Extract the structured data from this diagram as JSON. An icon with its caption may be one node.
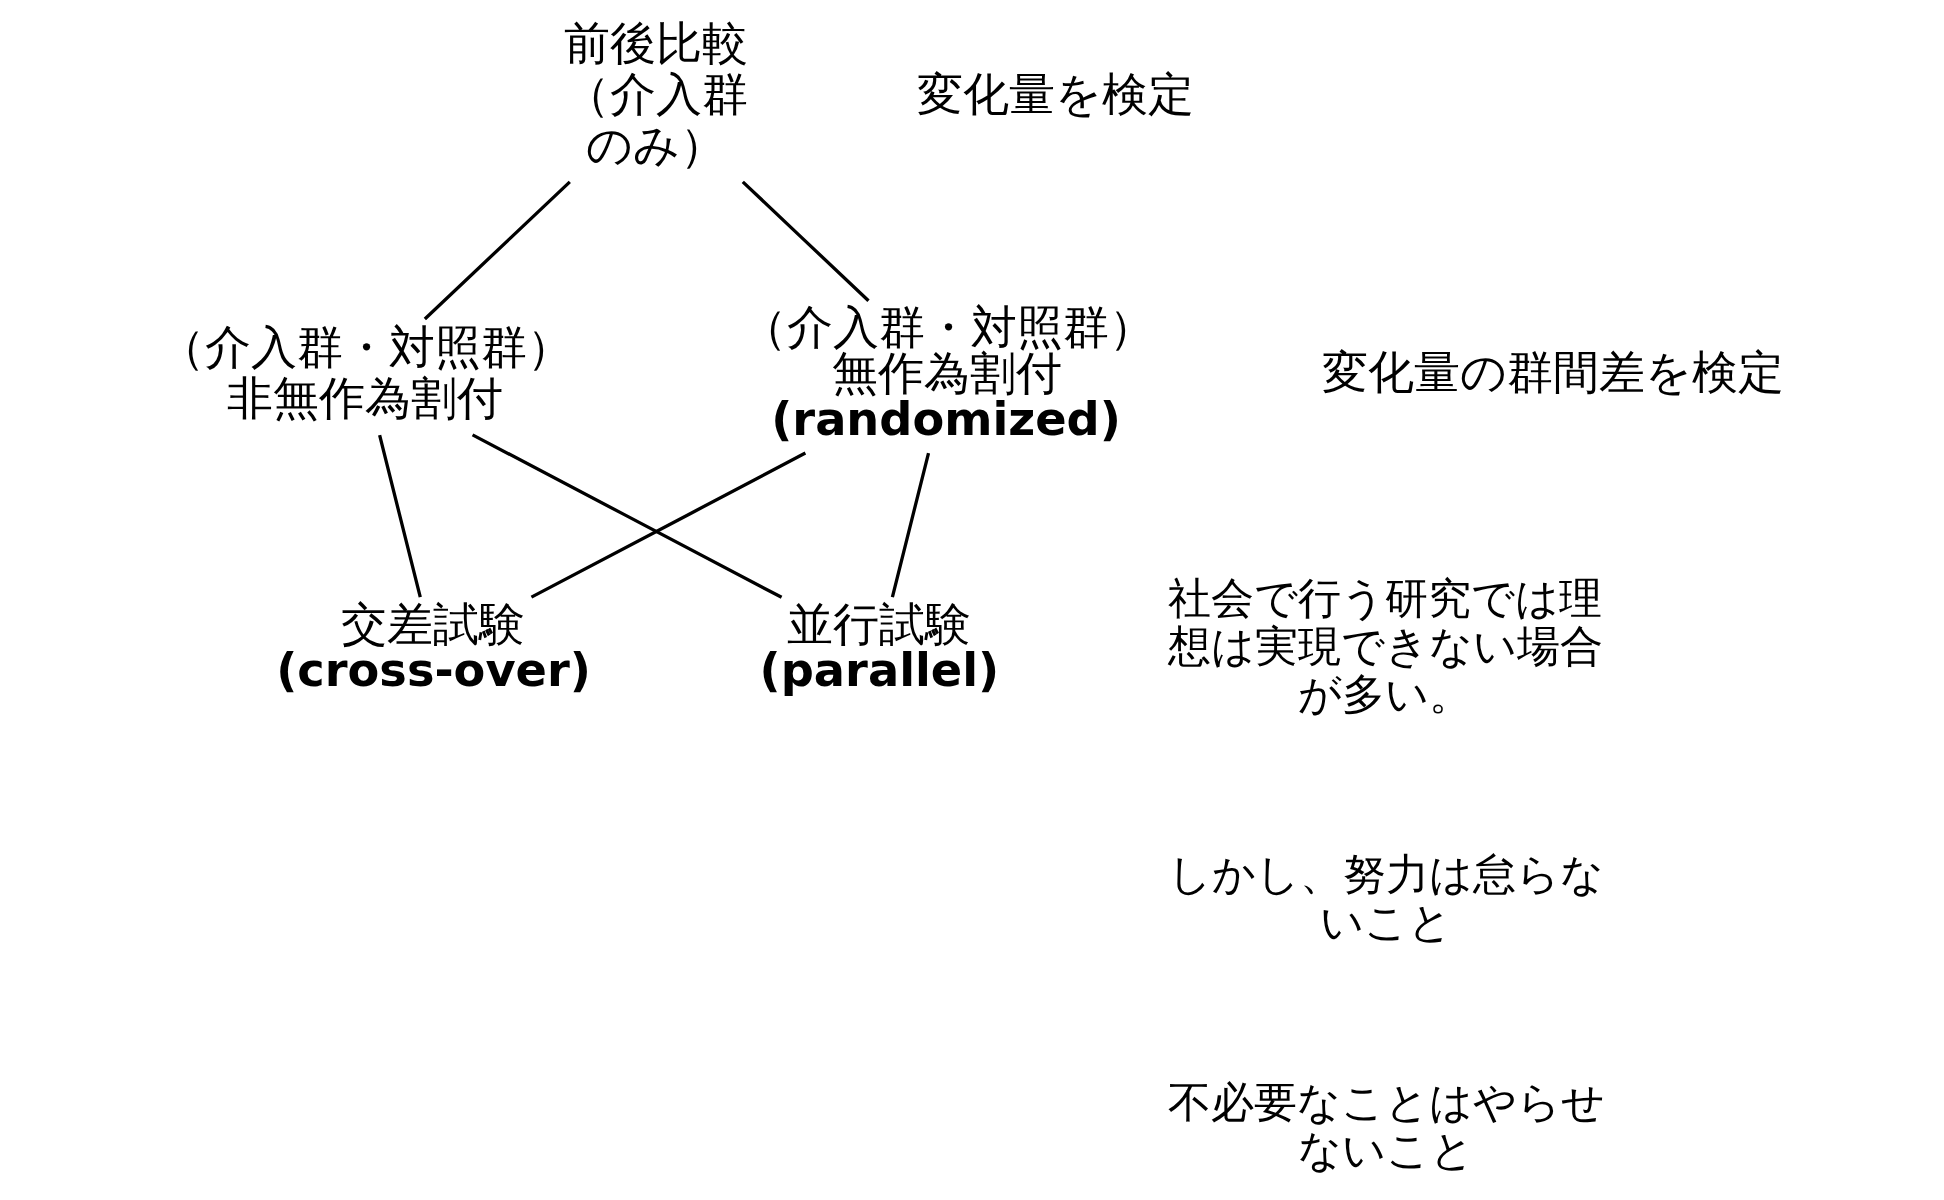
{
  "diagram": {
    "nodes": [
      {
        "text": [
          "前後比較（介入群のみ）"
        ]
      },
      {
        "text": [
          "（介入群・対照群）非無作為割付"
        ]
      },
      {
        "text": [
          "（介入群・対照群）無作為割付",
          "(randomized)"
        ]
      },
      {
        "text": [
          "並行試験",
          "(parallel)"
        ]
      },
      {
        "text": [
          "交差試験",
          "(cross-over)"
        ]
      }
    ],
    "edges": [
      {
        "from": 0,
        "to": 1,
        "arrow": "none"
      },
      {
        "from": 0,
        "to": 2,
        "arrow": "none"
      },
      {
        "from": 1,
        "to": 3,
        "arrow": "none"
      },
      {
        "from": 1,
        "to": 4,
        "arrow": "none"
      },
      {
        "from": 2,
        "to": 3,
        "arrow": "none"
      },
      {
        "from": 2,
        "to": 4,
        "arrow": "none"
      }
    ],
    "labels": [
      "変化量を検定",
      "変化量の群間差を検定",
      "社会で行う研究では理想は実現できない場合が多い。",
      "しかし、努力は怠らないこと",
      "不必要なことはやらせないこと"
    ]
  }
}
